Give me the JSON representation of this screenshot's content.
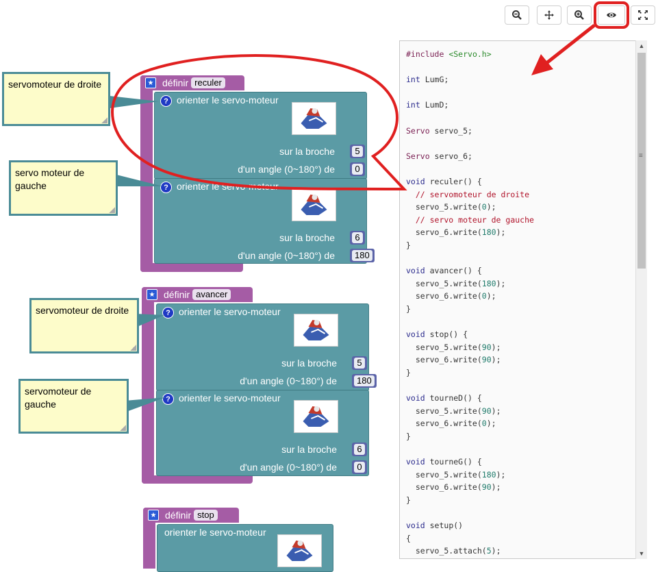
{
  "toolbar": {
    "buttons": [
      {
        "name": "zoom-out-icon"
      },
      {
        "name": "recenter-icon"
      },
      {
        "name": "zoom-in-icon"
      },
      {
        "name": "eye-icon"
      },
      {
        "name": "fullscreen-icon"
      }
    ]
  },
  "blocks": {
    "define_label": "définir",
    "servo_title": "orienter le servo-moteur",
    "pin_label": "sur la broche",
    "angle_label": "d'un angle (0~180°) de",
    "reculer": {
      "name": "reculer",
      "s1_pin": "5",
      "s1_angle": "0",
      "s2_pin": "6",
      "s2_angle": "180"
    },
    "avancer": {
      "name": "avancer",
      "s1_pin": "5",
      "s1_angle": "180",
      "s2_pin": "6",
      "s2_angle": "0"
    },
    "stop": {
      "name": "stop"
    }
  },
  "comments": {
    "c1": "servomoteur de droite",
    "c2": "servo moteur de gauche",
    "c3": "servomoteur de droite",
    "c4": "servomoteur de gauche"
  },
  "code": {
    "lines": [
      "#include <Servo.h>",
      "",
      "int LumG;",
      "",
      "int LumD;",
      "",
      "Servo servo_5;",
      "",
      "Servo servo_6;",
      "",
      "void reculer() {",
      "  // servomoteur de droite",
      "  servo_5.write(0);",
      "  // servo moteur de gauche",
      "  servo_6.write(180);",
      "}",
      "",
      "void avancer() {",
      "  servo_5.write(180);",
      "  servo_6.write(0);",
      "}",
      "",
      "void stop() {",
      "  servo_5.write(90);",
      "  servo_6.write(90);",
      "}",
      "",
      "void tourneD() {",
      "  servo_5.write(90);",
      "  servo_6.write(0);",
      "}",
      "",
      "void tourneG() {",
      "  servo_5.write(180);",
      "  servo_6.write(90);",
      "}",
      "",
      "void setup()",
      "{",
      "  servo_5.attach(5);"
    ]
  },
  "colors": {
    "procedure": "#a55ca5",
    "servo_block": "#5b9ba5",
    "number": "#5b63a8",
    "comment_bg": "#fdfcca",
    "annotation": "#e02020"
  }
}
